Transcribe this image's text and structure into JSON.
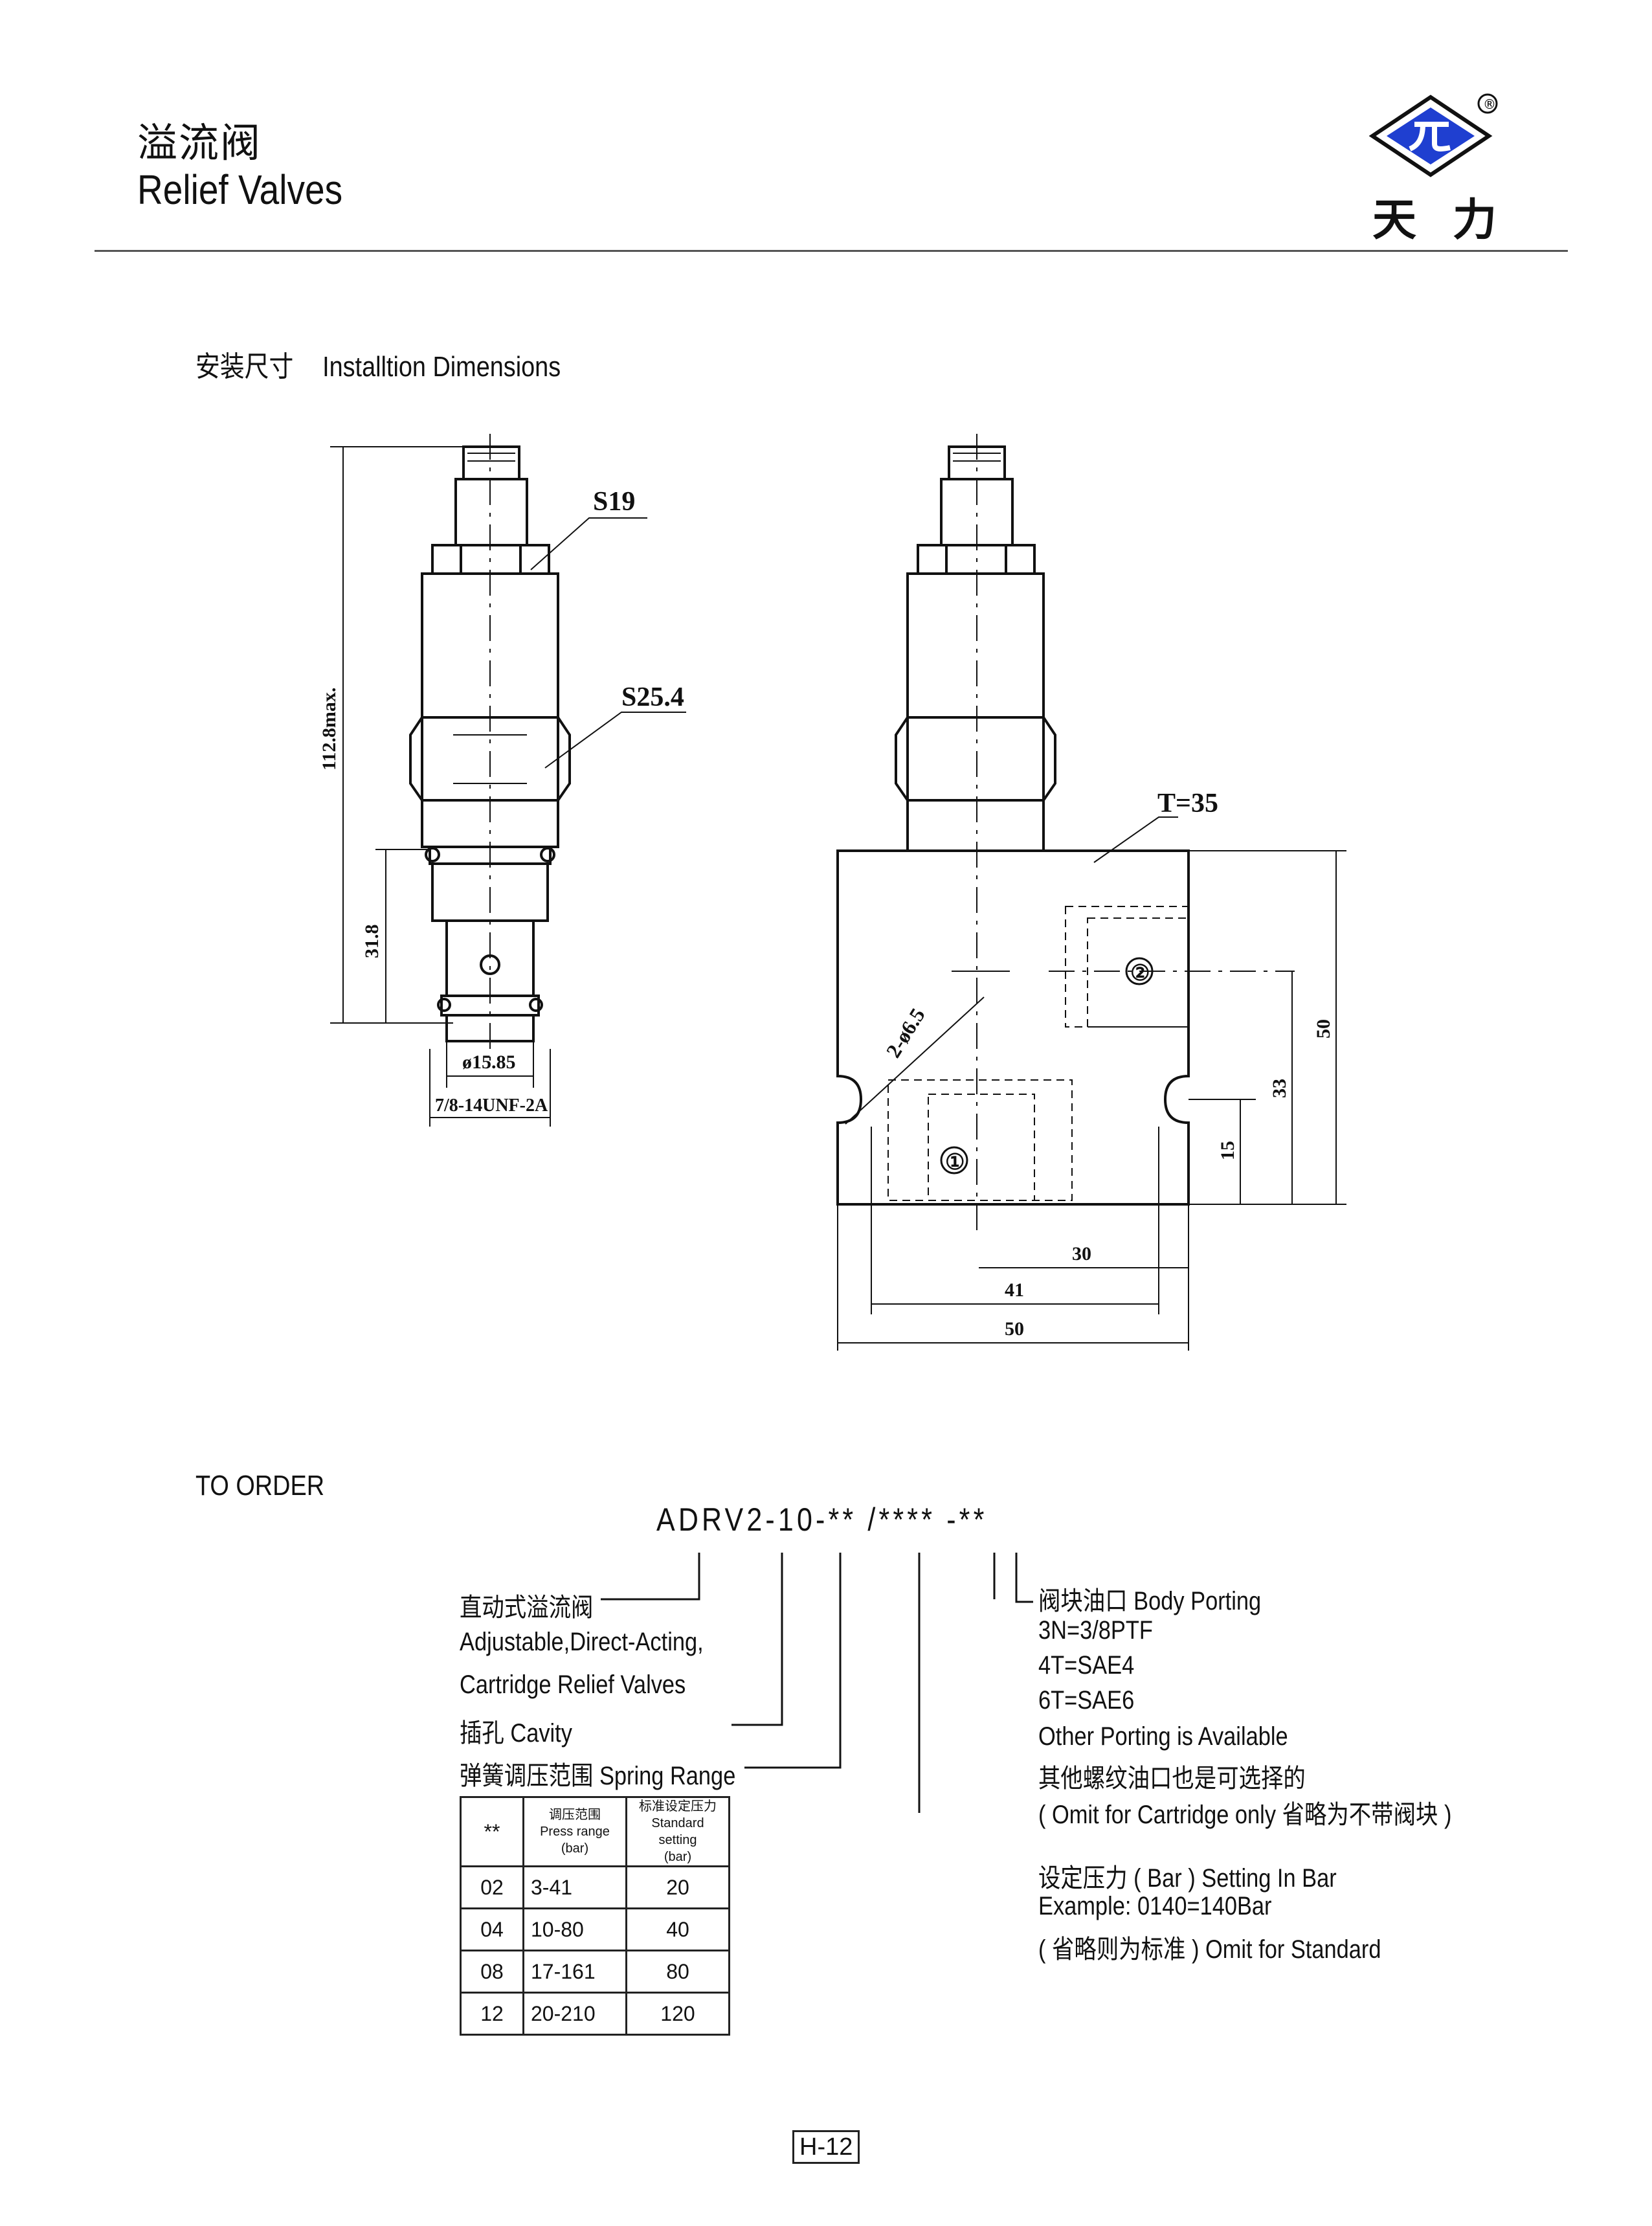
{
  "header": {
    "title_cn": "溢流阀",
    "title_en": "Relief Valves",
    "brand": "天力",
    "registered": "®"
  },
  "section": {
    "cn": "安装尺寸",
    "en": "Installtion Dimensions"
  },
  "drawing": {
    "hex_small": "S19",
    "hex_large": "S25.4",
    "overall_height": "112.8max.",
    "cartridge_height": "31.8",
    "diameter": "ø15.85",
    "thread": "7/8-14UNF-2A",
    "thickness": "T=35",
    "mount_holes": "2-ø6.5",
    "port_1": "①",
    "port_2": "②",
    "dim_50_height": "50",
    "dim_33": "33",
    "dim_15": "15",
    "dim_30": "30",
    "dim_41": "41",
    "dim_50_width": "50"
  },
  "order": {
    "heading": "TO ORDER",
    "code": "ADRV2-10-** /**** -**",
    "type_cn": "直动式溢流阀",
    "type_en_1": "Adjustable,Direct-Acting,",
    "type_en_2": "Cartridge Relief Valves",
    "cavity": "插孔 Cavity",
    "spring": "弹簧调压范围 Spring Range",
    "porting_title": "阀块油口 Body Porting",
    "porting_1": "3N=3/8PTF",
    "porting_2": "4T=SAE4",
    "porting_3": "6T=SAE6",
    "porting_4": "Other Porting is Available",
    "porting_5": "其他螺纹油口也是可选择的",
    "porting_6": "( Omit for Cartridge only 省略为不带阀块 )",
    "setting_title": "设定压力 ( Bar ) Setting In Bar",
    "setting_example": "Example: 0140=140Bar",
    "setting_omit": "( 省略则为标准 )  Omit for Standard"
  },
  "spring_table": {
    "col1": "**",
    "col2_cn": "调压范围",
    "col2_en": "Press range",
    "col2_unit": "(bar)",
    "col3_cn": "标准设定压力",
    "col3_en": "Standard setting",
    "col3_unit": "(bar)",
    "rows": [
      {
        "code": "02",
        "range": "3-41",
        "std": "20"
      },
      {
        "code": "04",
        "range": "10-80",
        "std": "40"
      },
      {
        "code": "08",
        "range": "17-161",
        "std": "80"
      },
      {
        "code": "12",
        "range": "20-210",
        "std": "120"
      }
    ]
  },
  "footer": {
    "page_no": "H-12"
  },
  "colors": {
    "logo_blue": "#1f3fd0",
    "ink": "#111111"
  }
}
